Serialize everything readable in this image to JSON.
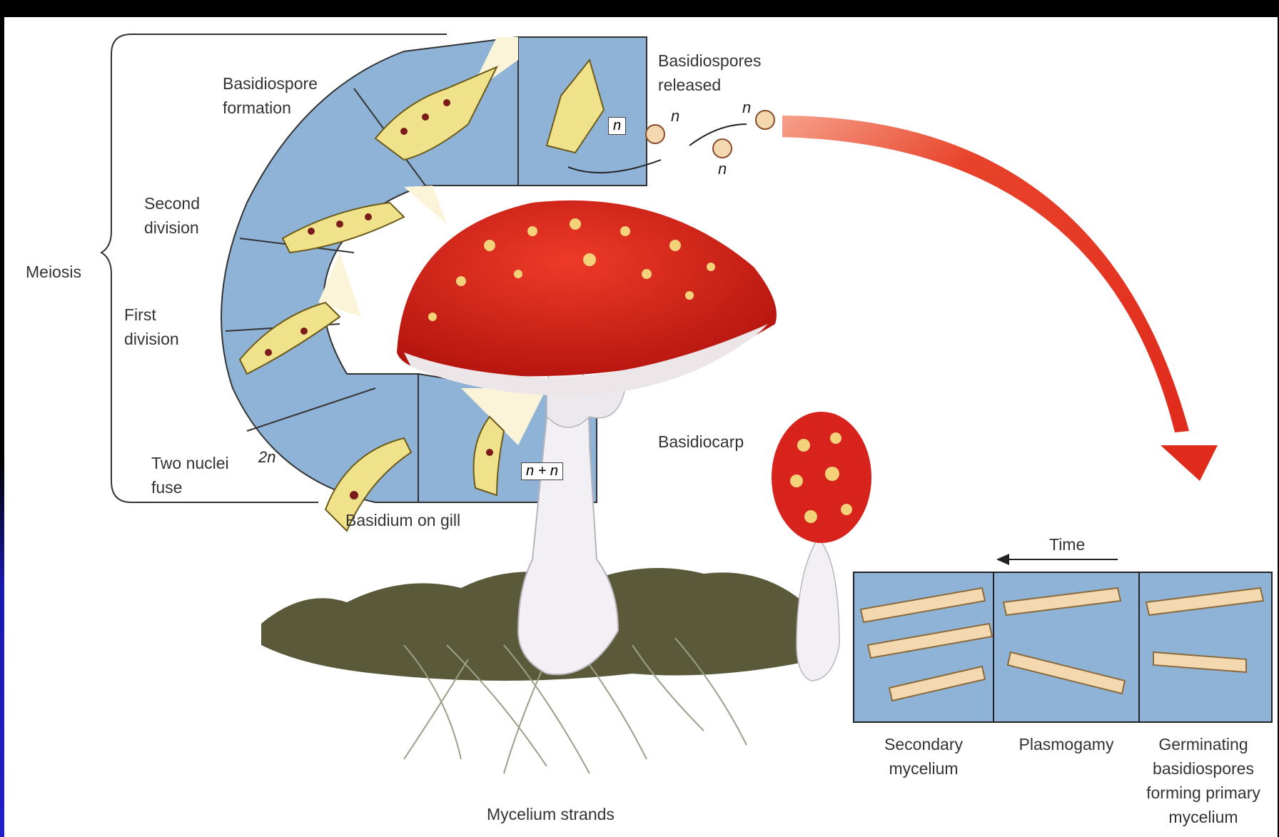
{
  "labels": {
    "meiosis": "Meiosis",
    "basidiospore_formation": [
      "Basidiospore",
      "formation"
    ],
    "second_division": [
      "Second",
      "division"
    ],
    "first_division": [
      "First",
      "division"
    ],
    "two_nuclei_fuse": [
      "Two nuclei",
      "fuse"
    ],
    "basidiospores_released": [
      "Basidiospores",
      "released"
    ],
    "basidium_on_gill": "Basidium on gill",
    "basidiocarp": "Basidiocarp",
    "mycelium_strands": "Mycelium strands",
    "time": "Time",
    "secondary_mycelium": [
      "Secondary",
      "mycelium"
    ],
    "plasmogamy": "Plasmogamy",
    "germinating": [
      "Germinating",
      "basidiospores",
      "forming primary",
      "mycelium"
    ]
  },
  "ploidy_tags": {
    "n": "n",
    "two_n": "2n",
    "n_plus_n": "n + n"
  },
  "colors": {
    "panel_blue": "#8fb3d6",
    "cap_red": "#d8231c",
    "arrow_red": "#e8432a",
    "cell_yellow": "#f0e28a"
  }
}
